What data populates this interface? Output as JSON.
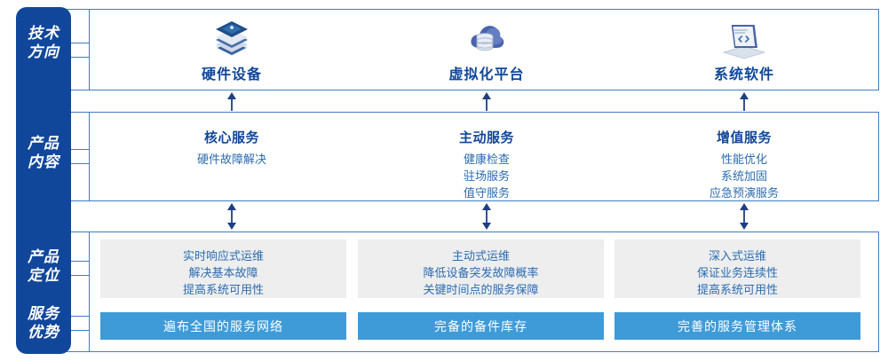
{
  "rail": {
    "labels": [
      {
        "name": "technology-direction",
        "lines": [
          "技术",
          "方向"
        ]
      },
      {
        "name": "product-content",
        "lines": [
          "产品",
          "内容"
        ]
      },
      {
        "name": "product-positioning",
        "lines": [
          "产品",
          "定位"
        ]
      },
      {
        "name": "service-advantage",
        "lines": [
          "服务",
          "优势"
        ]
      }
    ],
    "color": "#11479b"
  },
  "technology": {
    "columns": [
      {
        "icon": "server-stack-icon",
        "title": "硬件设备"
      },
      {
        "icon": "cloud-database-icon",
        "title": "虚拟化平台"
      },
      {
        "icon": "laptop-code-icon",
        "title": "系统软件"
      }
    ]
  },
  "content": {
    "columns": [
      {
        "heading": "核心服务",
        "items": [
          "硬件故障解决"
        ]
      },
      {
        "heading": "主动服务",
        "items": [
          "健康检查",
          "驻场服务",
          "值守服务"
        ]
      },
      {
        "heading": "增值服务",
        "items": [
          "性能优化",
          "系统加固",
          "应急预演服务"
        ]
      }
    ]
  },
  "positioning": {
    "boxes": [
      {
        "lines": [
          "实时响应式运维",
          "解决基本故障",
          "提高系统可用性"
        ]
      },
      {
        "lines": [
          "主动式运维",
          "降低设备突发故障概率",
          "关键时间点的服务保障"
        ]
      },
      {
        "lines": [
          "深入式运维",
          "保证业务连续性",
          "提高系统可用性"
        ]
      }
    ],
    "background": "#eeeeee"
  },
  "advantages": {
    "bars": [
      {
        "label": "遍布全国的服务网络"
      },
      {
        "label": "完备的备件库存"
      },
      {
        "label": "完善的服务管理体系"
      }
    ],
    "color": "#3f9bd8"
  },
  "arrows": {
    "up": [
      "up-arrow-hardware",
      "up-arrow-virtualization",
      "up-arrow-software"
    ],
    "bidirectional": [
      "bi-arrow-core",
      "bi-arrow-proactive",
      "bi-arrow-value"
    ]
  },
  "colors": {
    "rail": "#11479b",
    "outline": "#3f7cc4",
    "heading": "#10479b",
    "body_text": "#2b6cb0",
    "grey_panel": "#eeeeee",
    "accent_bar": "#3f9bd8"
  }
}
